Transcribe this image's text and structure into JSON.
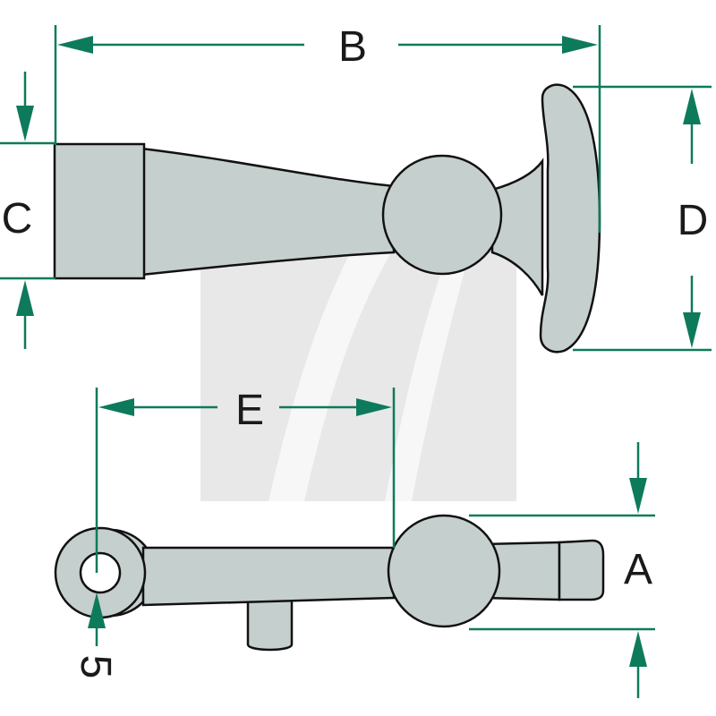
{
  "diagram": {
    "labels": {
      "b": "B",
      "c": "C",
      "d": "D",
      "e": "E",
      "a": "A",
      "hole": "5"
    },
    "colors": {
      "dimension_line": "#0e7a5c",
      "part_fill": "#c5cfcd",
      "outline": "#111111",
      "watermark": "#d9d9d9"
    }
  }
}
